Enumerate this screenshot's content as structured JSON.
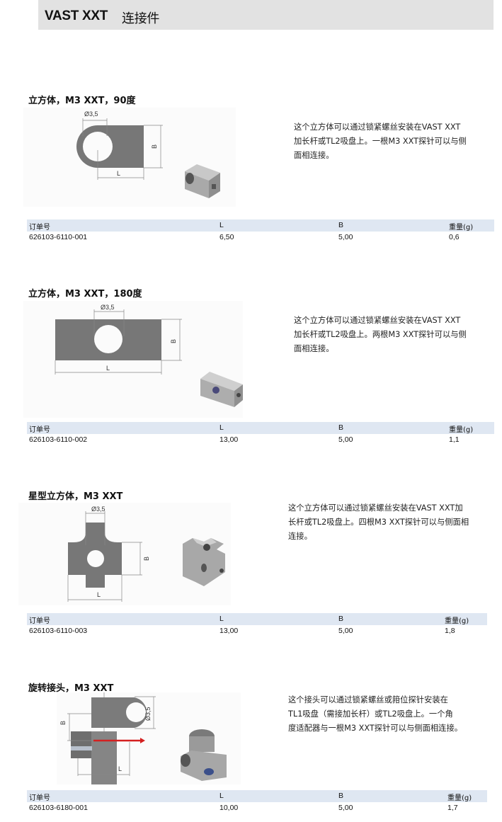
{
  "page": {
    "title_en": "VAST XXT",
    "title_cn": "连接件"
  },
  "table_headers": {
    "order_no": "订单号",
    "L": "L",
    "B": "B",
    "weight": "重量(g)"
  },
  "products": [
    {
      "title": "立方体，M3 XXT，90度",
      "description": [
        "这个立方体可以通过锁紧螺丝安装在VAST XXT",
        "加长杆或TL2吸盘上。一根M3 XXT探针可以与侧",
        "面相连接。"
      ],
      "dim_labels": {
        "hole": "Ø3,5",
        "length": "L",
        "width": "B"
      },
      "row": {
        "order_no": "626103-6110-001",
        "L": "6,50",
        "B": "5,00",
        "weight": "0,6"
      }
    },
    {
      "title": "立方体，M3 XXT，180度",
      "description": [
        "这个立方体可以通过锁紧螺丝安装在VAST XXT",
        "加长杆或TL2吸盘上。两根M3 XXT探针可以与侧",
        "面相连接。"
      ],
      "dim_labels": {
        "hole": "Ø3,5",
        "length": "L",
        "width": "B"
      },
      "row": {
        "order_no": "626103-6110-002",
        "L": "13,00",
        "B": "5,00",
        "weight": "1,1"
      }
    },
    {
      "title": "星型立方体，M3 XXT",
      "description": [
        "这个立方体可以通过锁紧螺丝安装在VAST XXT加",
        "长杆或TL2吸盘上。四根M3 XXT探针可以与侧面相",
        "连接。"
      ],
      "dim_labels": {
        "hole": "Ø3,5",
        "length": "L",
        "width": "B"
      },
      "row": {
        "order_no": "626103-6110-003",
        "L": "13,00",
        "B": "5,00",
        "weight": "1,8"
      }
    },
    {
      "title": "旋转接头，M3 XXT",
      "description": [
        "这个接头可以通过锁紧螺丝或箝位探针安装在",
        "TL1吸盘（需接加长杆）或TL2吸盘上。一个角",
        "度适配器与一根M3 XXT探针可以与侧面相连接。"
      ],
      "dim_labels": {
        "hole": "Ø3,5",
        "length": "L",
        "width": "B"
      },
      "row": {
        "order_no": "626103-6180-001",
        "L": "10,00",
        "B": "5,00",
        "weight": "1,7"
      }
    }
  ],
  "colors": {
    "title_bar_bg": "#e2e2e2",
    "table_header_bg": "#dfe7f2",
    "part_gray": "#7a7a7a",
    "arrow_red": "#d42020"
  }
}
